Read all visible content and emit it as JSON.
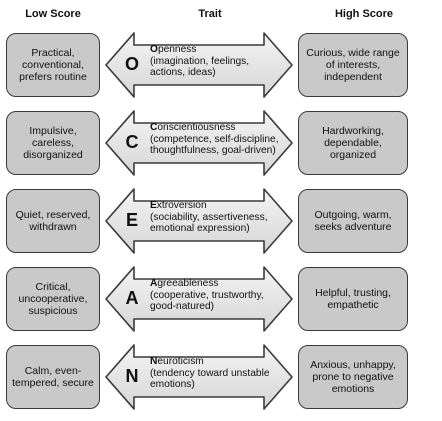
{
  "headers": {
    "low": "Low Score",
    "trait": "Trait",
    "high": "High Score"
  },
  "traits": [
    {
      "letter": "O",
      "name_first": "O",
      "name_rest": "penness",
      "desc": "(imagination, feelings, actions, ideas)",
      "low": "Practical, conventional, prefers routine",
      "high": "Curious, wide range of interests, independent"
    },
    {
      "letter": "C",
      "name_first": "C",
      "name_rest": "onscientiousness",
      "desc": "(competence, self-discipline, thoughtfulness, goal-driven)",
      "low": "Impulsive, careless, disorganized",
      "high": "Hardworking, dependable, organized"
    },
    {
      "letter": "E",
      "name_first": "E",
      "name_rest": "xtroversion",
      "desc": "(sociability, assertiveness, emotional expression)",
      "low": "Quiet, reserved, withdrawn",
      "high": "Outgoing, warm, seeks adventure"
    },
    {
      "letter": "A",
      "name_first": "A",
      "name_rest": "greeableness",
      "desc": "(cooperative, trustworthy, good-natured)",
      "low": "Critical, uncooperative, suspicious",
      "high": "Helpful, trusting, empathetic"
    },
    {
      "letter": "N",
      "name_first": "N",
      "name_rest": "euroticism",
      "desc": "(tendency toward unstable emotions)",
      "low": "Calm, even-tempered, secure",
      "high": "Anxious, unhappy, prone to negative emotions"
    }
  ]
}
